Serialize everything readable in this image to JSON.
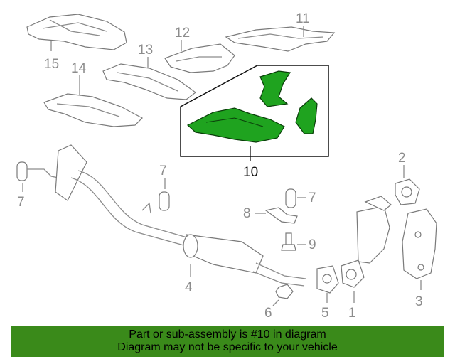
{
  "callouts": {
    "c1": "1",
    "c2": "2",
    "c3": "3",
    "c4": "4",
    "c5": "5",
    "c6": "6",
    "c7a": "7",
    "c7b": "7",
    "c7c": "7",
    "c8": "8",
    "c9": "9",
    "c10": "10",
    "c11": "11",
    "c12": "12",
    "c13": "13",
    "c14": "14",
    "c15": "15"
  },
  "banner": {
    "line1": "Part or sub-assembly is #10 in diagram",
    "line2": "Diagram may not be specific to your vehicle"
  },
  "colors": {
    "highlight": "#1fa31f",
    "banner_bg": "#3a8a1a",
    "callout_gray": "#8c8c8c"
  }
}
